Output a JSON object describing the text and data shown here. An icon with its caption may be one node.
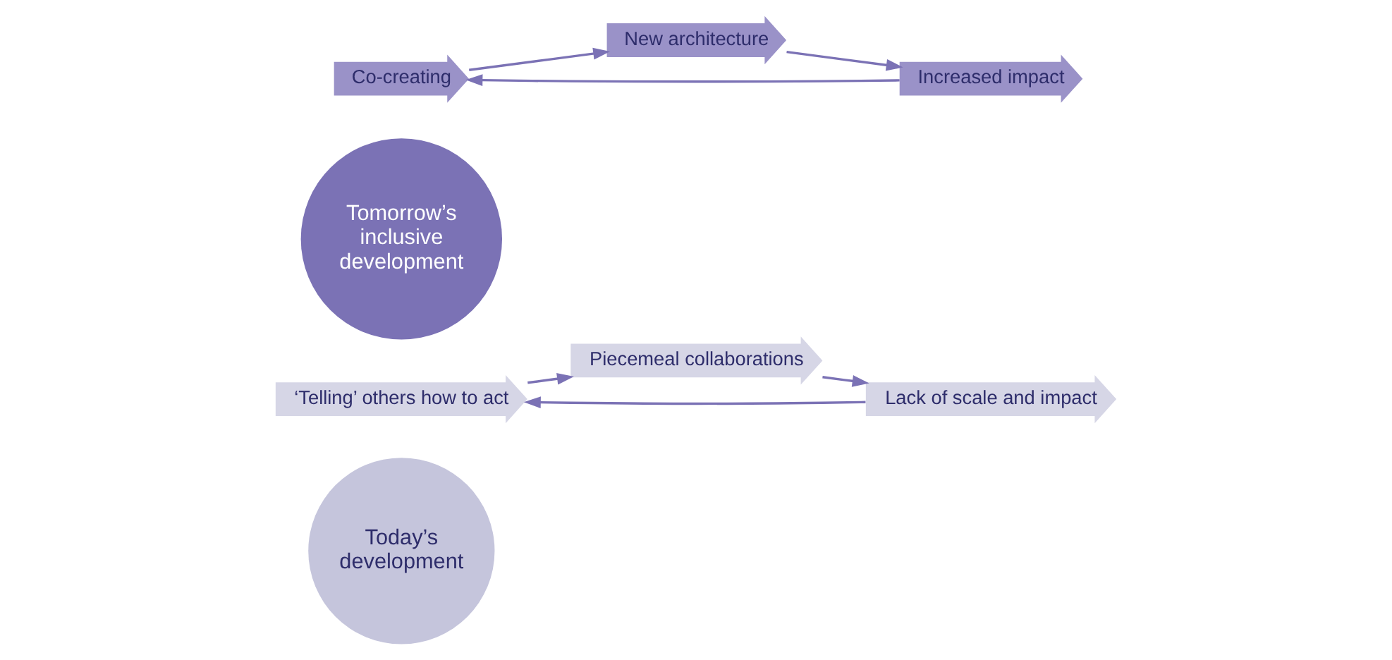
{
  "diagram": {
    "nodes": [
      {
        "text": [
          "Today’s development"
        ]
      },
      {
        "text": [
          "‘Telling’ others how to act"
        ]
      },
      {
        "text": [
          "Piecemeal collaborations"
        ]
      },
      {
        "text": [
          "Lack of scale and impact"
        ]
      },
      {
        "text": [
          "Tomorrow’s inclusive development"
        ]
      },
      {
        "text": [
          "Co-creating"
        ]
      },
      {
        "text": [
          "New architecture"
        ]
      },
      {
        "text": [
          "Increased impact"
        ]
      }
    ],
    "edges": [
      {
        "from": 1,
        "to": 2,
        "arrow": "to"
      },
      {
        "from": 2,
        "to": 3,
        "arrow": "to"
      },
      {
        "from": 3,
        "to": 1,
        "arrow": "to"
      },
      {
        "from": 5,
        "to": 6,
        "arrow": "to"
      },
      {
        "from": 6,
        "to": 7,
        "arrow": "to"
      },
      {
        "from": 7,
        "to": 5,
        "arrow": "to"
      }
    ]
  }
}
